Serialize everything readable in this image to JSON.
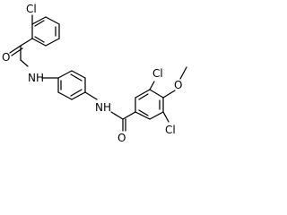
{
  "molecule": {
    "atoms": {
      "cl_top": "Cl",
      "o_amide_top": "O",
      "nh_left": "NH",
      "nh_right": "NH",
      "o_amide_bottom": "O",
      "cl_right_top": "Cl",
      "o_methoxy": "O",
      "cl_right_bottom": "Cl"
    },
    "colors": {
      "bond": "#000000",
      "label": "#000000",
      "background": "#ffffff"
    }
  }
}
